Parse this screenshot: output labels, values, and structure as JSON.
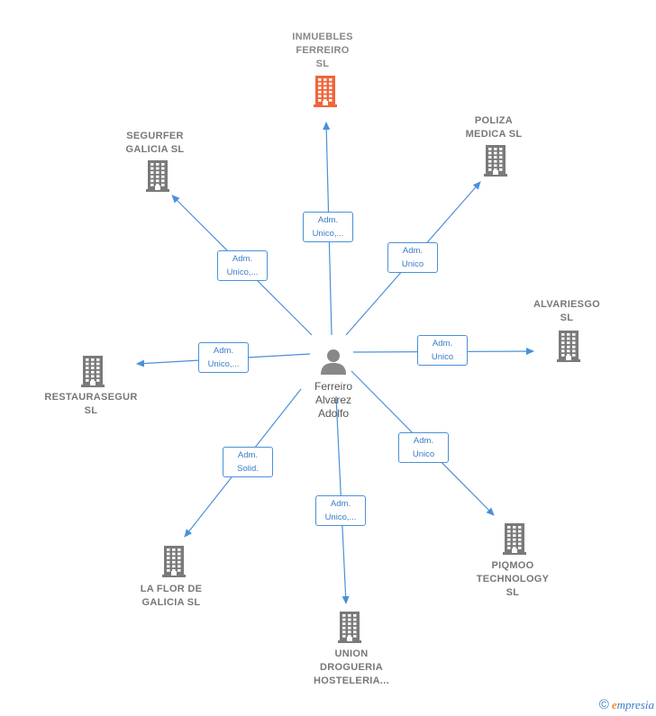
{
  "colors": {
    "edge": "#4a90d9",
    "building": "#7a7a7a",
    "highlight": "#f0663a",
    "person": "#888888"
  },
  "center": {
    "name": "Ferreiro\nAlvarez\nAdolfo"
  },
  "nodes": [
    {
      "id": "inmuebles",
      "label": "INMUEBLES\nFERREIRO\nSL",
      "highlight": true,
      "edge_label": "Adm.\nUnico,..."
    },
    {
      "id": "poliza",
      "label": "POLIZA\nMEDICA SL",
      "highlight": false,
      "edge_label": "Adm.\nUnico"
    },
    {
      "id": "alvariesgo",
      "label": "ALVARIESGO\nSL",
      "highlight": false,
      "edge_label": "Adm.\nUnico"
    },
    {
      "id": "piqmoo",
      "label": "PIQMOO\nTECHNOLOGY\nSL",
      "highlight": false,
      "edge_label": "Adm.\nUnico"
    },
    {
      "id": "union",
      "label": "UNION\nDROGUERIA\nHOSTELERIA...",
      "highlight": false,
      "edge_label": "Adm.\nUnico,..."
    },
    {
      "id": "laflor",
      "label": "LA FLOR DE\nGALICIA  SL",
      "highlight": false,
      "edge_label": "Adm.\nSolid."
    },
    {
      "id": "restaurasegur",
      "label": "RESTAURASEGUR\nSL",
      "highlight": false,
      "edge_label": "Adm.\nUnico,..."
    },
    {
      "id": "segurfer",
      "label": "SEGURFER\nGALICIA  SL",
      "highlight": false,
      "edge_label": "Adm.\nUnico,..."
    }
  ],
  "footer": {
    "copyright": "©",
    "brand_e": "e",
    "brand_rest": "mpresia"
  }
}
